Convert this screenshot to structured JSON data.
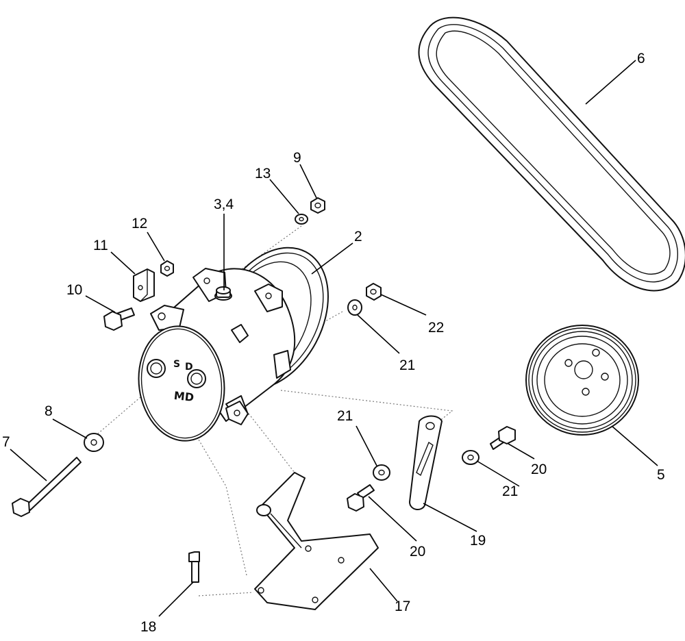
{
  "callouts": [
    {
      "id": "c2",
      "label": "2"
    },
    {
      "id": "c34",
      "label": "3,4"
    },
    {
      "id": "c5",
      "label": "5"
    },
    {
      "id": "c6",
      "label": "6"
    },
    {
      "id": "c7",
      "label": "7"
    },
    {
      "id": "c8",
      "label": "8"
    },
    {
      "id": "c9",
      "label": "9"
    },
    {
      "id": "c10",
      "label": "10"
    },
    {
      "id": "c11",
      "label": "11"
    },
    {
      "id": "c12",
      "label": "12"
    },
    {
      "id": "c13",
      "label": "13"
    },
    {
      "id": "c17",
      "label": "17"
    },
    {
      "id": "c18",
      "label": "18"
    },
    {
      "id": "c19",
      "label": "19"
    },
    {
      "id": "c20a",
      "label": "20"
    },
    {
      "id": "c20b",
      "label": "20"
    },
    {
      "id": "c21a",
      "label": "21"
    },
    {
      "id": "c21b",
      "label": "21"
    },
    {
      "id": "c21c",
      "label": "21"
    },
    {
      "id": "c22",
      "label": "22"
    }
  ],
  "compressor_markings": {
    "suction": "S",
    "discharge": "D",
    "brand": "MD"
  }
}
